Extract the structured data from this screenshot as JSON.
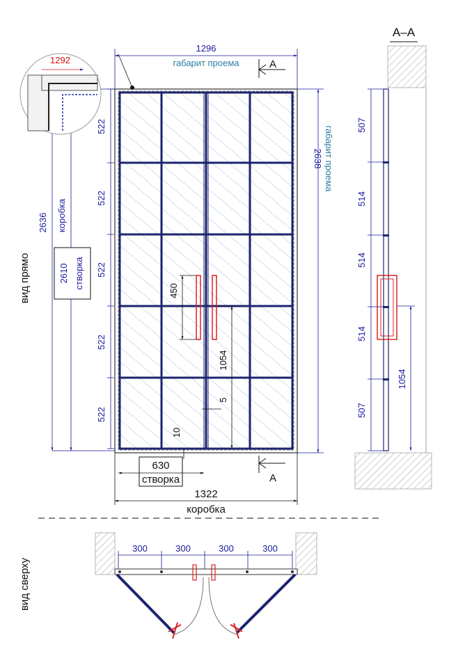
{
  "section_label": "A–A",
  "section_marker": "A",
  "front": {
    "view_label": "вид прямо",
    "opening_width": "1296",
    "opening_label": "габарит проема",
    "opening_height": "2638",
    "opening_height_label": "габарит проема",
    "detail_dim": "1292",
    "box_height": "2636",
    "box_height_label": "коробка",
    "leaf_height": "2610",
    "leaf_height_label": "створка",
    "row_heights": [
      "522",
      "522",
      "522",
      "522",
      "522"
    ],
    "handle_len": "450",
    "handle_height": "1054",
    "gap": "5",
    "bottom_gap": "10",
    "leaf_width": "630",
    "leaf_width_label": "створка",
    "box_width": "1322",
    "box_width_label": "коробка"
  },
  "side": {
    "row_heights": [
      "507",
      "514",
      "514",
      "514",
      "507"
    ],
    "handle_height": "1054"
  },
  "top": {
    "view_label": "вид сверху",
    "widths": [
      "300",
      "300",
      "300",
      "300"
    ]
  }
}
